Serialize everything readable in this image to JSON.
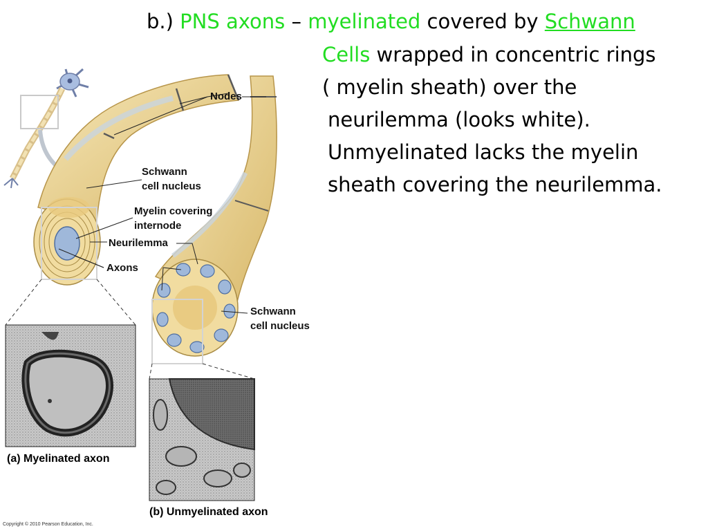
{
  "text": {
    "prefix": "b.) ",
    "pns_axons": "PNS axons",
    "dash": " – ",
    "myelinated": "myelinated",
    "covered_by": " covered by ",
    "schwann": "Schwann",
    "cells": "Cells",
    "wrapped": " wrapped in concentric rings",
    "line3": "( myelin sheath) over the",
    "line4": "neurilemma (looks white).",
    "line5": "Unmyelinated lacks the myelin",
    "line6": "sheath covering the neurilemma."
  },
  "figure": {
    "nodes": "Nodes",
    "schwann_nucleus_1": "Schwann",
    "schwann_nucleus_2": "cell nucleus",
    "myelin_covering_1": "Myelin covering",
    "myelin_covering_2": "internode",
    "neurilemma": "Neurilemma",
    "axons": "Axons",
    "schwann_b_1": "Schwann",
    "schwann_b_2": "cell nucleus",
    "caption_a": "(a) Myelinated axon",
    "caption_b": "(b) Unmyelinated axon",
    "copyright": "Copyright © 2010 Pearson Education, Inc."
  },
  "colors": {
    "highlight": "#22dd22",
    "myelin": "#efd89a",
    "axon": "#9fb8da"
  }
}
